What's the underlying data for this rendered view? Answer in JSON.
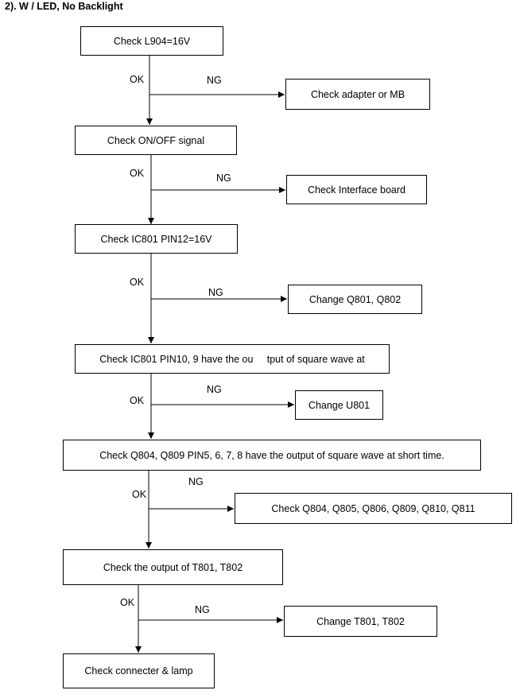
{
  "title": "2). W / LED, No Backlight",
  "labels": {
    "ok": "OK",
    "ng": "NG"
  },
  "steps": [
    {
      "check": "Check L904=16V",
      "ng_action": "Check adapter or MB"
    },
    {
      "check": "Check ON/OFF signal",
      "ng_action": "Check Interface board"
    },
    {
      "check": "Check IC801 PIN12=16V",
      "ng_action": "Change Q801, Q802"
    },
    {
      "check": "Check IC801 PIN10, 9 have the ou     tput of square wave at",
      "ng_action": "Change U801"
    },
    {
      "check": "Check Q804, Q809 PIN5, 6, 7, 8 have the output of square wave at short time.",
      "ng_action": "Check Q804, Q805, Q806, Q809, Q810, Q811"
    },
    {
      "check": "Check the output of T801, T802",
      "ng_action": "Change T801, T802"
    }
  ],
  "final": "Check connecter & lamp"
}
